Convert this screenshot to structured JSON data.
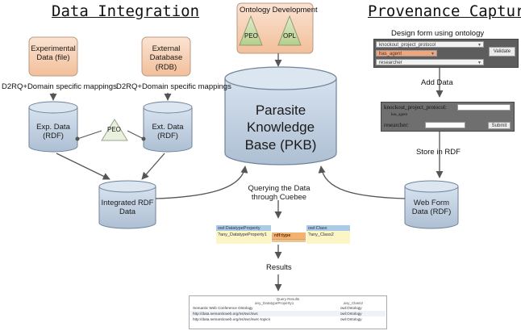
{
  "titles": {
    "data_integration": "Data Integration",
    "provenance_capture": "Provenance Capture"
  },
  "ontology_dev": {
    "title": "Ontology Development",
    "peo": "PEO",
    "opl": "OPL"
  },
  "sources": {
    "experimental": "Experimental Data (file)",
    "external": "External Database (RDB)"
  },
  "mappings": {
    "left": "D2RQ+Domain specific mappings",
    "right": "D2RQ+Domain specific mappings"
  },
  "stores": {
    "exp_data": "Exp. Data (RDF)",
    "ext_data": "Ext. Data (RDF)",
    "peo": "PEO",
    "integrated": "Integrated RDF Data",
    "pkb": "Parasite Knowledge Base (PKB)",
    "web_form": "Web Form Data (RDF)"
  },
  "flow": {
    "design_form": "Design form using ontology",
    "add_data": "Add Data",
    "store_rdf": "Store in RDF",
    "querying": "Querying the Data through Cuebee",
    "results": "Results"
  },
  "form1": {
    "select1": "knockout_project_protocol",
    "select2": "has_agent",
    "select3": "researcher",
    "validate": "Validate"
  },
  "form2": {
    "label1": "knockout_project_protocol:",
    "label2": "has_agent",
    "label3": "researcher:",
    "submit": "Submit"
  },
  "query": {
    "left_header": "owl:DatatypeProperty",
    "left_value": "?any_DatatypeProperty1",
    "mid": "rdf:type",
    "right_header": "owl:Class",
    "right_value": "?any_Class2"
  },
  "results_table": {
    "title": "Query Results",
    "col1": "any_DatatypeProperty1",
    "col2": "any_Class2",
    "rows": [
      {
        "c1": "Semantic Web Conference Ontology",
        "c2": "owl:Ontology"
      },
      {
        "c1": "http://data.semanticweb.org/ns/swc/swc",
        "c2": "owl:Ontology"
      },
      {
        "c1": "http://data.semanticweb.org/ns/swc/swrc-topics",
        "c2": "owl:Ontology"
      }
    ]
  },
  "colors": {
    "cylinder_top": "#cfdcea",
    "cylinder_body": "#b7c9dc",
    "source_box": "#f6cdb0",
    "ontology_box": "#f6cdb0",
    "triangle": "#c7dca4",
    "form_orange": "#f2a57a",
    "query_blue": "#a9cbe8",
    "query_yellow": "#fcf5c6",
    "query_orange": "#f2b370"
  }
}
